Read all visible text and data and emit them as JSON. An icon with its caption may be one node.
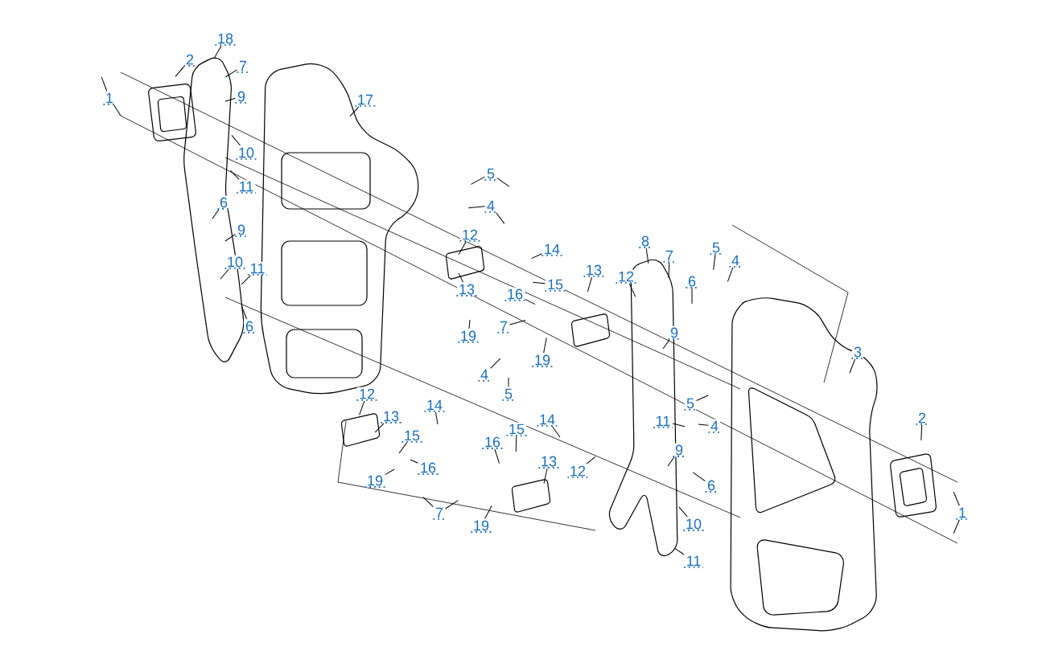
{
  "diagram": {
    "nodes": [
      {
        "text": [
          "1"
        ]
      },
      {
        "text": [
          "2"
        ]
      },
      {
        "text": [
          "18"
        ]
      },
      {
        "text": [
          "7"
        ]
      },
      {
        "text": [
          "9"
        ]
      },
      {
        "text": [
          "10"
        ]
      },
      {
        "text": [
          "11"
        ]
      },
      {
        "text": [
          "17"
        ]
      },
      {
        "text": [
          "6"
        ]
      },
      {
        "text": [
          "9"
        ]
      },
      {
        "text": [
          "10"
        ]
      },
      {
        "text": [
          "11"
        ]
      },
      {
        "text": [
          "6"
        ]
      },
      {
        "text": [
          "5"
        ]
      },
      {
        "text": [
          "4"
        ]
      },
      {
        "text": [
          "12"
        ]
      },
      {
        "text": [
          "14"
        ]
      },
      {
        "text": [
          "13"
        ]
      },
      {
        "text": [
          "15"
        ]
      },
      {
        "text": [
          "16"
        ]
      },
      {
        "text": [
          "19"
        ]
      },
      {
        "text": [
          "7"
        ]
      },
      {
        "text": [
          "19"
        ]
      },
      {
        "text": [
          "13"
        ]
      },
      {
        "text": [
          "12"
        ]
      },
      {
        "text": [
          "8"
        ]
      },
      {
        "text": [
          "7"
        ]
      },
      {
        "text": [
          "6"
        ]
      },
      {
        "text": [
          "9"
        ]
      },
      {
        "text": [
          "4"
        ]
      },
      {
        "text": [
          "5"
        ]
      },
      {
        "text": [
          "5"
        ]
      },
      {
        "text": [
          "4"
        ]
      },
      {
        "text": [
          "3"
        ]
      },
      {
        "text": [
          "5"
        ]
      },
      {
        "text": [
          "11"
        ]
      },
      {
        "text": [
          "4"
        ]
      },
      {
        "text": [
          "9"
        ]
      },
      {
        "text": [
          "6"
        ]
      },
      {
        "text": [
          "10"
        ]
      },
      {
        "text": [
          "11"
        ]
      },
      {
        "text": [
          "2"
        ]
      },
      {
        "text": [
          "1"
        ]
      },
      {
        "text": [
          "12"
        ]
      },
      {
        "text": [
          "14"
        ]
      },
      {
        "text": [
          "13"
        ]
      },
      {
        "text": [
          "15"
        ]
      },
      {
        "text": [
          "16"
        ]
      },
      {
        "text": [
          "19"
        ]
      },
      {
        "text": [
          "7"
        ]
      },
      {
        "text": [
          "19"
        ]
      },
      {
        "text": [
          "16"
        ]
      },
      {
        "text": [
          "15"
        ]
      },
      {
        "text": [
          "14"
        ]
      },
      {
        "text": [
          "13"
        ]
      },
      {
        "text": [
          "12"
        ]
      }
    ],
    "edges": [
      {
        "from": 0,
        "to": null,
        "arrow": "none"
      },
      {
        "from": 0,
        "to": null,
        "arrow": "none"
      },
      {
        "from": 1,
        "to": null,
        "arrow": "none"
      },
      {
        "from": 2,
        "to": null,
        "arrow": "none"
      },
      {
        "from": 3,
        "to": null,
        "arrow": "none"
      },
      {
        "from": 4,
        "to": null,
        "arrow": "none"
      },
      {
        "from": 5,
        "to": null,
        "arrow": "none"
      },
      {
        "from": 6,
        "to": null,
        "arrow": "none"
      },
      {
        "from": 7,
        "to": null,
        "arrow": "none"
      },
      {
        "from": 8,
        "to": null,
        "arrow": "none"
      },
      {
        "from": 9,
        "to": null,
        "arrow": "none"
      },
      {
        "from": 10,
        "to": null,
        "arrow": "none"
      },
      {
        "from": 11,
        "to": null,
        "arrow": "none"
      },
      {
        "from": 12,
        "to": null,
        "arrow": "none"
      },
      {
        "from": 13,
        "to": null,
        "arrow": "none"
      },
      {
        "from": 13,
        "to": null,
        "arrow": "none"
      },
      {
        "from": 14,
        "to": null,
        "arrow": "none"
      },
      {
        "from": 14,
        "to": null,
        "arrow": "none"
      },
      {
        "from": 15,
        "to": null,
        "arrow": "none"
      },
      {
        "from": 16,
        "to": null,
        "arrow": "none"
      },
      {
        "from": 17,
        "to": null,
        "arrow": "none"
      },
      {
        "from": 18,
        "to": null,
        "arrow": "none"
      },
      {
        "from": 19,
        "to": null,
        "arrow": "none"
      },
      {
        "from": 20,
        "to": null,
        "arrow": "none"
      },
      {
        "from": 21,
        "to": null,
        "arrow": "none"
      },
      {
        "from": 22,
        "to": null,
        "arrow": "none"
      },
      {
        "from": 23,
        "to": null,
        "arrow": "none"
      },
      {
        "from": 24,
        "to": null,
        "arrow": "none"
      },
      {
        "from": 25,
        "to": null,
        "arrow": "none"
      },
      {
        "from": 26,
        "to": null,
        "arrow": "none"
      },
      {
        "from": 27,
        "to": null,
        "arrow": "none"
      },
      {
        "from": 28,
        "to": null,
        "arrow": "none"
      },
      {
        "from": 29,
        "to": null,
        "arrow": "none"
      },
      {
        "from": 30,
        "to": null,
        "arrow": "none"
      },
      {
        "from": 31,
        "to": null,
        "arrow": "none"
      },
      {
        "from": 32,
        "to": null,
        "arrow": "none"
      },
      {
        "from": 33,
        "to": null,
        "arrow": "none"
      },
      {
        "from": 34,
        "to": null,
        "arrow": "none"
      },
      {
        "from": 35,
        "to": null,
        "arrow": "none"
      },
      {
        "from": 36,
        "to": null,
        "arrow": "none"
      },
      {
        "from": 37,
        "to": null,
        "arrow": "none"
      },
      {
        "from": 38,
        "to": null,
        "arrow": "none"
      },
      {
        "from": 39,
        "to": null,
        "arrow": "none"
      },
      {
        "from": 40,
        "to": null,
        "arrow": "none"
      },
      {
        "from": 41,
        "to": null,
        "arrow": "none"
      },
      {
        "from": 42,
        "to": null,
        "arrow": "none"
      },
      {
        "from": 42,
        "to": null,
        "arrow": "none"
      },
      {
        "from": 43,
        "to": null,
        "arrow": "none"
      },
      {
        "from": 44,
        "to": null,
        "arrow": "none"
      },
      {
        "from": 45,
        "to": null,
        "arrow": "none"
      },
      {
        "from": 46,
        "to": null,
        "arrow": "none"
      },
      {
        "from": 47,
        "to": null,
        "arrow": "none"
      },
      {
        "from": 48,
        "to": null,
        "arrow": "none"
      },
      {
        "from": 49,
        "to": null,
        "arrow": "none"
      },
      {
        "from": 49,
        "to": null,
        "arrow": "none"
      },
      {
        "from": 50,
        "to": null,
        "arrow": "none"
      },
      {
        "from": 51,
        "to": null,
        "arrow": "none"
      },
      {
        "from": 52,
        "to": null,
        "arrow": "none"
      },
      {
        "from": 53,
        "to": null,
        "arrow": "none"
      },
      {
        "from": 54,
        "to": null,
        "arrow": "none"
      },
      {
        "from": 55,
        "to": null,
        "arrow": "none"
      }
    ]
  }
}
